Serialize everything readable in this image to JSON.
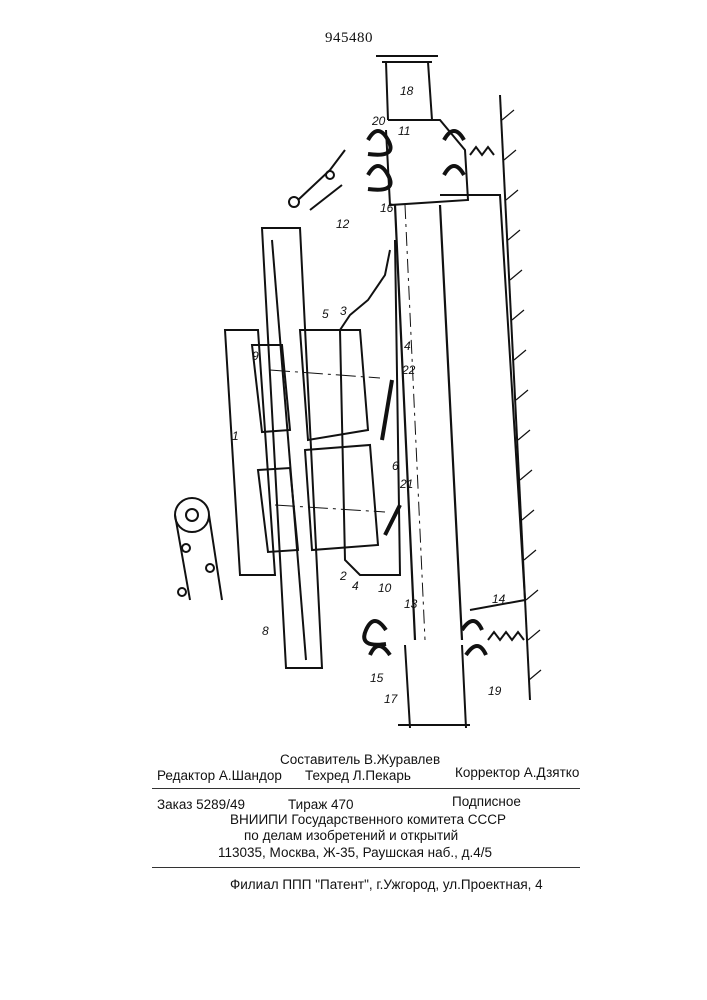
{
  "patent_number": "945480",
  "part_labels": [
    "1",
    "2",
    "3",
    "4",
    "5",
    "8",
    "9",
    "10",
    "11",
    "12",
    "13",
    "14",
    "15",
    "16",
    "17",
    "18",
    "19",
    "20",
    "21",
    "22",
    "4",
    "6"
  ],
  "imprint": {
    "compiler": "Составитель В.Журавлев",
    "editor": "Редактор А.Шандор",
    "techred": "Техред Л.Пекарь",
    "corrector": "Корректор А.Дзятко",
    "order": "Заказ 5289/49",
    "circulation": "Тираж 470",
    "subscription": "Подписное",
    "org_line1": "ВНИИПИ Государственного комитета СССР",
    "org_line2": "по делам изобретений и открытий",
    "address": "113035, Москва, Ж-35, Раушская наб., д.4/5",
    "branch": "Филиал ППП \"Патент\", г.Ужгород, ул.Проектная, 4"
  }
}
